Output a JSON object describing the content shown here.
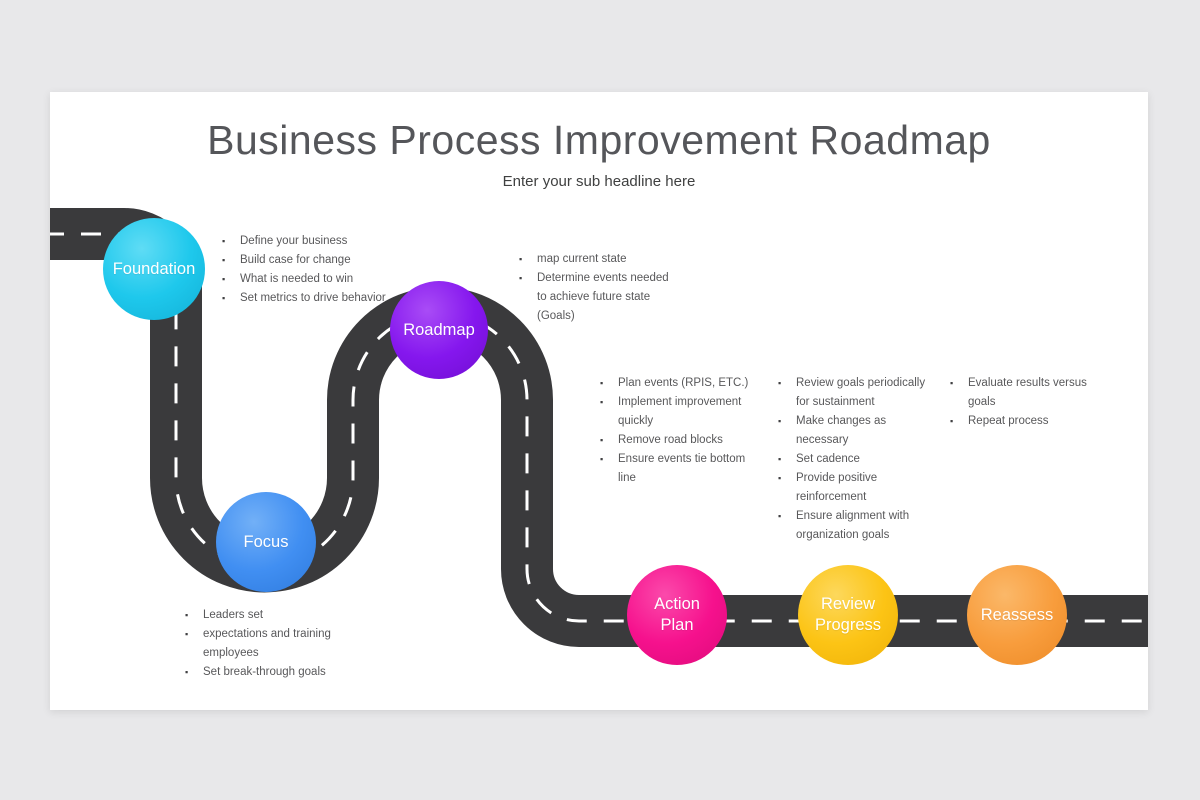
{
  "slide": {
    "title": "Business Process Improvement Roadmap",
    "subtitle": "Enter your sub headline here"
  },
  "colors": {
    "background": "#e8e8ea",
    "card": "#ffffff",
    "road": "#3a3a3c",
    "road_dash": "#ffffff",
    "title_text": "#55565a",
    "bullet_text": "#58585a"
  },
  "nodes": [
    {
      "id": "foundation",
      "label": "Foundation",
      "color": "#1ec8ec",
      "color_light": "#5fdcf5",
      "color_rim": "#12b0d6",
      "bullets": [
        "Define your business",
        "Build case for change",
        "What is needed to win",
        "Set metrics to drive behavior"
      ]
    },
    {
      "id": "roadmap",
      "label": "Roadmap",
      "color": "#8517ee",
      "color_light": "#a94cf6",
      "color_rim": "#700dd0",
      "bullets": [
        "map current state",
        "Determine events needed\nto achieve future state\n(Goals)"
      ]
    },
    {
      "id": "focus",
      "label": "Focus",
      "color": "#418ff2",
      "color_light": "#72b0f7",
      "color_rim": "#2e7add",
      "bullets": [
        "Leaders set",
        "expectations and training\nemployees",
        "Set break-through goals"
      ]
    },
    {
      "id": "action-plan",
      "label": "Action\nPlan",
      "color": "#f6118d",
      "color_light": "#fb4aab",
      "color_rim": "#dd0b7a",
      "bullets": [
        "Plan events (RPIS, ETC.)",
        "Implement improvement\nquickly",
        "Remove road blocks",
        "Ensure events tie bottom\nline"
      ]
    },
    {
      "id": "review-progress",
      "label": "Review\nProgress",
      "color": "#fcc415",
      "color_light": "#fdd85c",
      "color_rim": "#efb107",
      "bullets": [
        "Review goals periodically\nfor sustainment",
        "Make changes as\nnecessary",
        "Set cadence",
        "Provide positive\nreinforcement",
        "Ensure alignment with\norganization goals"
      ]
    },
    {
      "id": "reassess",
      "label": "Reassess",
      "color": "#f89d3d",
      "color_light": "#fbb869",
      "color_rim": "#ec8a26",
      "bullets": [
        "Evaluate results versus\ngoals",
        "Repeat process"
      ]
    }
  ]
}
